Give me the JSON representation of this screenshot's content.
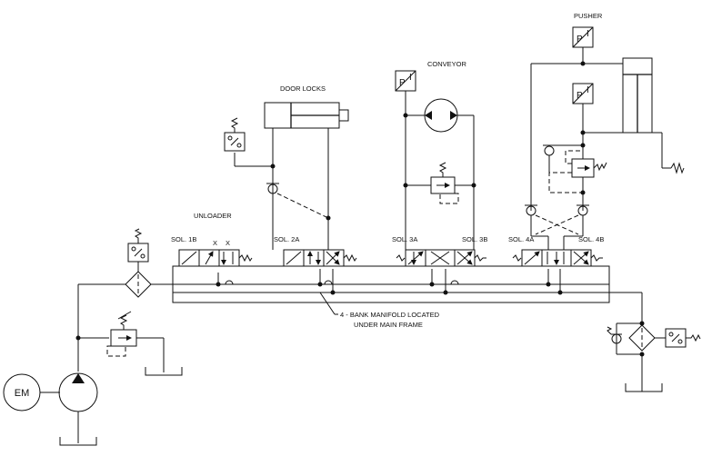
{
  "labels": {
    "pusher": "PUSHER",
    "conveyor": "CONVEYOR",
    "door_locks": "DOOR LOCKS",
    "unloader": "UNLOADER",
    "sol_1b": "SOL. 1B",
    "sol_2a": "SOL. 2A",
    "sol_3a": "SOL. 3A",
    "sol_3b": "SOL. 3B",
    "sol_4a": "SOL. 4A",
    "sol_4b": "SOL. 4B",
    "manifold_line1": "4 - BANK MANIFOLD LOCATED",
    "manifold_line2": "UNDER MAIN FRAME",
    "motor": "EM"
  },
  "pressure_switch_glyph": {
    "p": "P",
    "i": "I"
  }
}
